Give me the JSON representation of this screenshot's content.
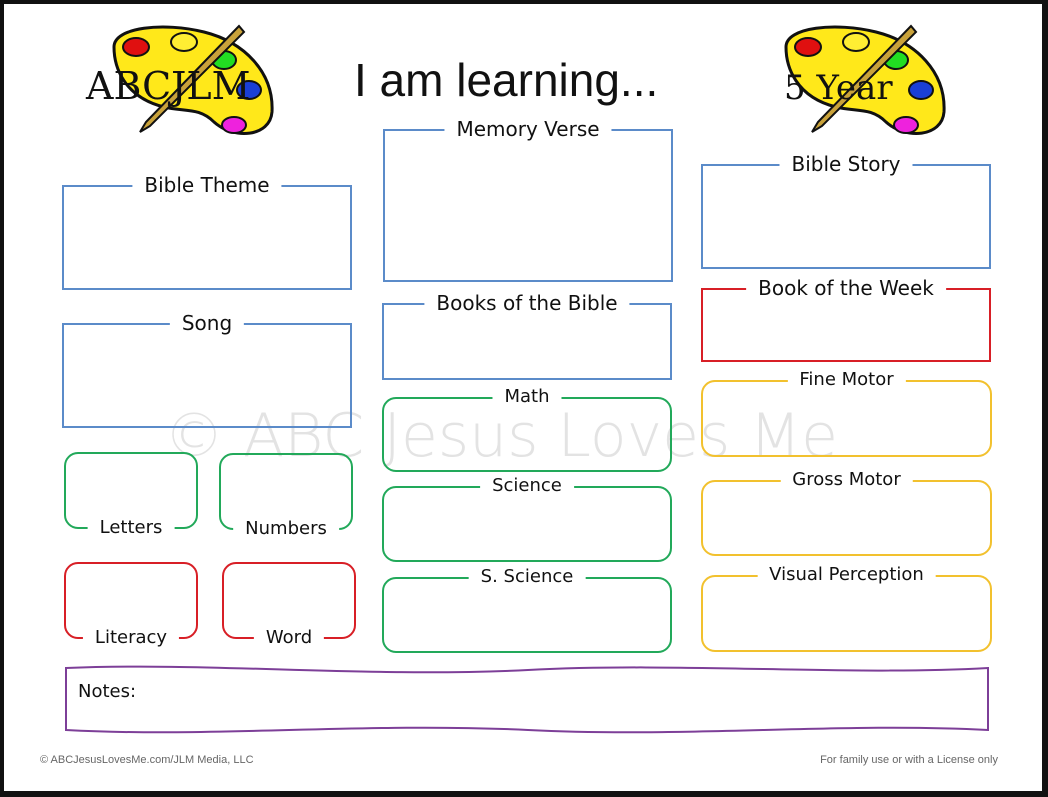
{
  "header": {
    "title": "I am learning...",
    "logo_left_text": "ABCJLM",
    "logo_right_text": "5 Year"
  },
  "watermark": "© ABC Jesus Loves Me",
  "left": {
    "bible_theme": "Bible Theme",
    "song": "Song",
    "letters": "Letters",
    "numbers": "Numbers",
    "literacy": "Literacy",
    "word": "Word"
  },
  "middle": {
    "memory_verse": "Memory Verse",
    "books_of_bible": "Books of the Bible",
    "math": "Math",
    "science": "Science",
    "social_science": "S. Science"
  },
  "right": {
    "bible_story": "Bible Story",
    "book_of_week": "Book of the Week",
    "fine_motor": "Fine Motor",
    "gross_motor": "Gross Motor",
    "visual_perception": "Visual Perception"
  },
  "notes": {
    "label": "Notes:"
  },
  "footer": {
    "copyright": "© ABCJesusLovesMe.com/JLM Media, LLC",
    "license": "For family use or with a License only"
  },
  "colors": {
    "blue": "#5b8bc9",
    "green": "#22a95a",
    "red": "#d81f26",
    "yellow": "#f2c12e",
    "purple": "#7d3f98"
  }
}
